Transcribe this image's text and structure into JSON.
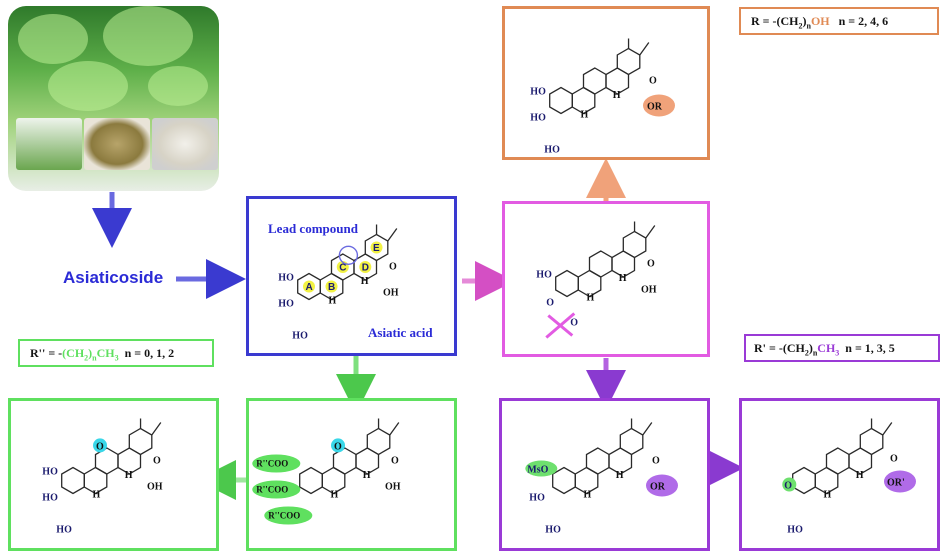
{
  "colors": {
    "blue": "#3a3ad0",
    "orange": "#e08a54",
    "magenta": "#e25be2",
    "green": "#5fe05f",
    "purple": "#9a3ad6",
    "highlight_yellow": "#f2f244",
    "cyan": "#39d7e8",
    "arrow_green": "#7ee07e",
    "arrow_pink": "#e58ad8",
    "arrow_blue": "#6a6ae0"
  },
  "source": {
    "name": "Asiaticoside"
  },
  "lead": {
    "title": "Lead compound",
    "name": "Asiatic acid",
    "ring_labels": [
      "A",
      "B",
      "C",
      "D",
      "E"
    ]
  },
  "formulas": {
    "r_orange": {
      "prefix": "R = -(CH",
      "sub1": "2",
      "mid": ")",
      "sub2": "n",
      "hl": "OH",
      "suffix": "n = 2, 4, 6"
    },
    "r_purple": {
      "prefix": "R' = -(CH",
      "sub1": "2",
      "mid": ")",
      "sub2": "n",
      "hl": "CH",
      "sub3": "3",
      "suffix": "n = 1, 3, 5"
    },
    "r_green": {
      "prefix": "R'' = -",
      "hl": "(CH",
      "sub1": "2",
      "mid": ")",
      "sub2": "n",
      "hl2": "CH",
      "sub3": "3",
      "suffix": "n = 0, 1, 2"
    }
  },
  "atoms": {
    "ho": "HO",
    "oh": "OH",
    "o": "O",
    "h": "H",
    "or": "OR",
    "or_prime": "OR'",
    "mso": "MsO",
    "rcoo": "R''COO"
  }
}
